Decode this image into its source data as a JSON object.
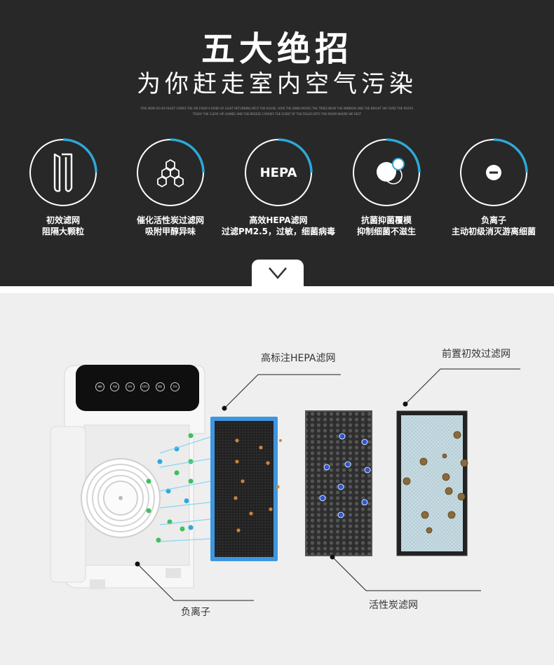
{
  "header": {
    "title": "五大绝招",
    "subtitle": "为你赶走室内空气污染",
    "fine_print_line1": "ITHE NOW SO HIS RIGHT COMES THE AIR FROM A RIVER OF LIGHT RETURNING INTO THE HOUSE. HOW THE WIND MOVES THE TREES NEAR THE WINDOW AND THE BRIGHT SKY OVER THE ROOFS",
    "fine_print_line2": "TODAY THE CLEAR AIR SHINES AND THE BREEZE CARRIES THE SCENT OF THE FIELDS INTO THE ROOM WHERE WE REST"
  },
  "features": [
    {
      "icon": "filter-screen-icon",
      "line1": "初效滤网",
      "line2": "阻隔大颗粒"
    },
    {
      "icon": "hexagon-molecule-icon",
      "line1": "催化活性炭过滤网",
      "line2": "吸附甲醇异味"
    },
    {
      "icon": "hepa-text-icon",
      "icon_text": "HEPA",
      "line1": "高效HEPA滤网",
      "line2": "过滤PM2.5，过敏，细菌病毒"
    },
    {
      "icon": "bubbles-icon",
      "line1": "抗菌抑菌覆模",
      "line2": "抑制细菌不滋生"
    },
    {
      "icon": "minus-ion-icon",
      "line1": "负离子",
      "line2": "主动初级消灭游离细菌"
    }
  ],
  "panel_buttons": [
    "睡眠",
    "风速",
    "定时",
    "负离子",
    "童锁",
    "开关"
  ],
  "product_labels": {
    "hepa": "高标注HEPA滤网",
    "prefilter": "前置初效过滤网",
    "anion": "负离子",
    "carbon": "活性炭滤网"
  },
  "colors": {
    "dark_bg": "#282828",
    "ring_accent": "#2fa8d8",
    "hepa_frame": "#3d96e0",
    "light_bg": "#efefef"
  }
}
